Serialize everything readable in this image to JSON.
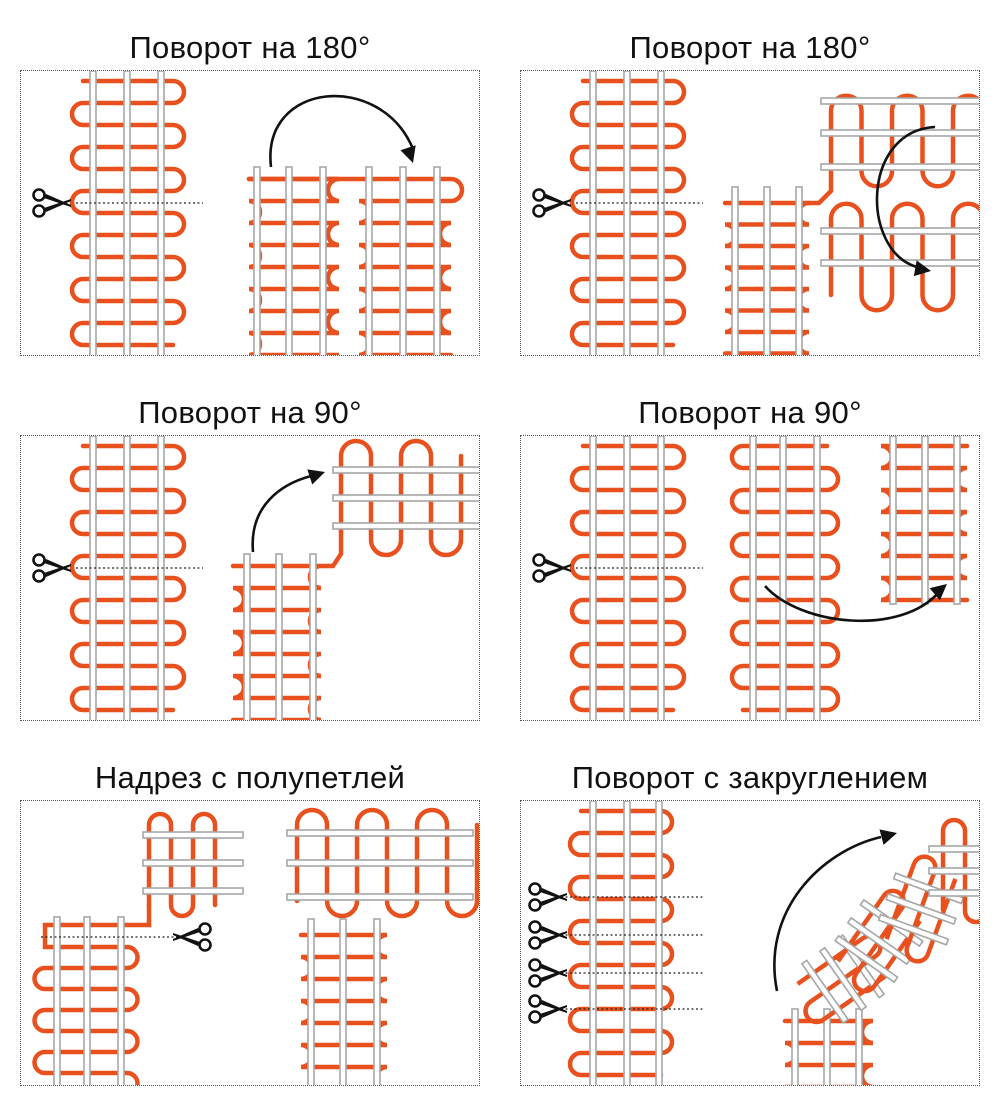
{
  "colors": {
    "cable": "#e8501e",
    "mesh": "#a6a6a6",
    "frame": "#555555",
    "text": "#111111"
  },
  "panels": [
    {
      "title": "Поворот на 180°"
    },
    {
      "title": "Поворот на 180°"
    },
    {
      "title": "Поворот на 90°"
    },
    {
      "title": "Поворот на 90°"
    },
    {
      "title": "Надрез с полупетлей"
    },
    {
      "title": "Поворот с закруглением"
    }
  ],
  "icons": [
    "scissors-icon",
    "arrow-icon"
  ]
}
